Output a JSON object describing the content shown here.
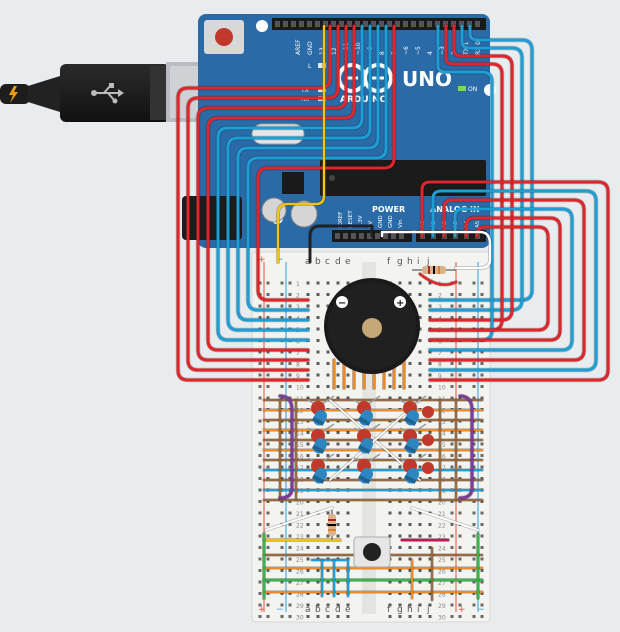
{
  "arduino": {
    "model": "UNO",
    "brand": "ARDUINO",
    "top_pin_labels": [
      "AREF",
      "GND",
      "13",
      "12",
      "~11",
      "~10",
      "~9",
      "8",
      "7",
      "~6",
      "~5",
      "4",
      "~3",
      "2",
      "TX 1",
      "RX 0"
    ],
    "led_labels": [
      "L",
      "TX",
      "RX",
      "ON"
    ],
    "power_header_title": "POWER",
    "power_pin_labels": [
      "IOREF",
      "RESET",
      "3.3V",
      "5V",
      "GND",
      "GND",
      "Vin"
    ],
    "analog_header_title": "ANALOG IN",
    "analog_pin_labels": [
      "A0",
      "A1",
      "A2",
      "A3",
      "A4",
      "A5"
    ],
    "chip_label": ""
  },
  "breadboard": {
    "column_letters_left": [
      "a",
      "b",
      "c",
      "d",
      "e"
    ],
    "column_letters_right": [
      "f",
      "g",
      "h",
      "i",
      "j"
    ],
    "row_numbers": [
      "1",
      "2",
      "3",
      "4",
      "5",
      "6",
      "7",
      "8",
      "9",
      "10",
      "11",
      "12",
      "13",
      "14",
      "15",
      "16",
      "17",
      "18",
      "19",
      "20",
      "21",
      "22",
      "23",
      "24",
      "25",
      "26",
      "27",
      "28",
      "29",
      "30"
    ],
    "rail_plus": "+",
    "rail_minus": "−"
  },
  "buzzer": {
    "plus": "+",
    "minus": "−"
  },
  "usb": {
    "symbol": "USB"
  },
  "colors": {
    "board_blue": "#2a6aa6",
    "breadboard": "#f3f3f0",
    "wire_red": "#e0262b",
    "wire_blue": "#1d9fd6",
    "wire_yellow": "#f1c40f",
    "wire_orange": "#f08a24",
    "wire_brown": "#9b6a3c",
    "wire_green": "#3bb54a",
    "wire_purple": "#7d3c98",
    "wire_white": "#ffffff",
    "wire_black": "#222222",
    "led_red": "#c0392b",
    "led_blue": "#2e86c1"
  }
}
